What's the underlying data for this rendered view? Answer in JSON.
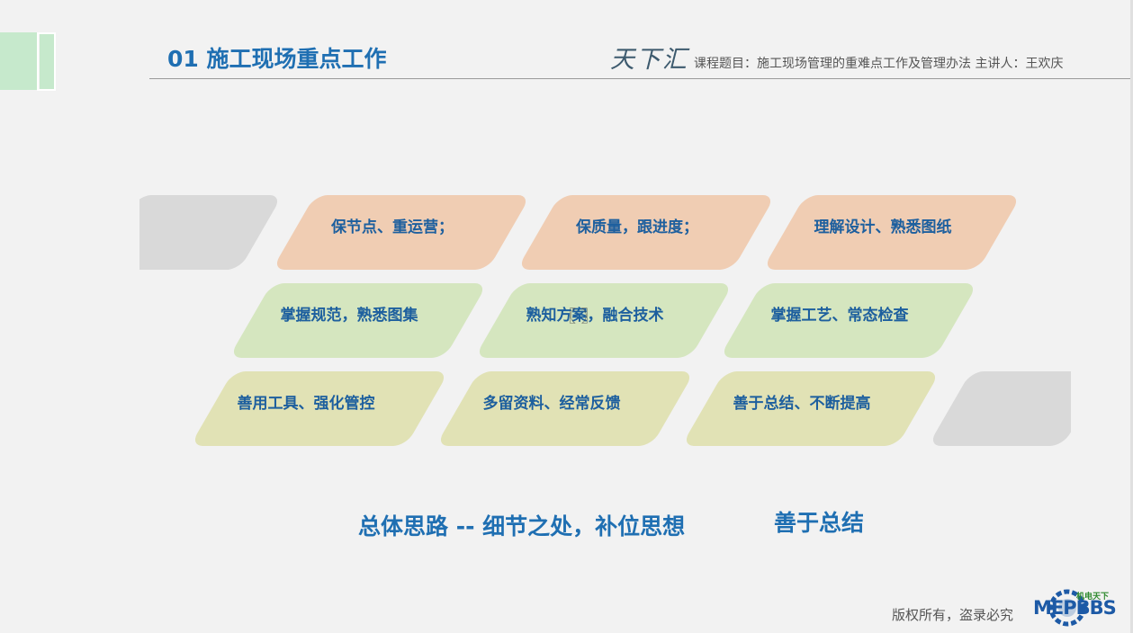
{
  "header": {
    "slide_title": "01 施工现场重点工作",
    "logo_script": "天下汇",
    "course_info": "课程题目：施工现场管理的重难点工作及管理办法   主讲人：王欢庆"
  },
  "rows": [
    [
      "保节点、重运营；",
      "保质量，跟进度；",
      "理解设计、熟悉图纸"
    ],
    [
      "掌握规范，熟悉图集",
      "熟知方案，融合技术",
      "掌握工艺、常态检查"
    ],
    [
      "善用工具、强化管控",
      "多留资料、经常反馈",
      "善于总结、不断提高"
    ]
  ],
  "bracket_glyph": "〖 〗",
  "summary": {
    "main": "总体思路 --   细节之处，补位思想",
    "tail": "善于总结"
  },
  "footer": {
    "copyright": "版权所有，盗录必究",
    "logo_text": "MEPBBS",
    "logo_cn": "机电天下"
  },
  "colors": {
    "title_blue": "#1f6fb2",
    "row1": "#f0cdb3",
    "row2": "#d5e6bf",
    "row3": "#e1e2b5",
    "placeholder": "#d9d9d9"
  }
}
